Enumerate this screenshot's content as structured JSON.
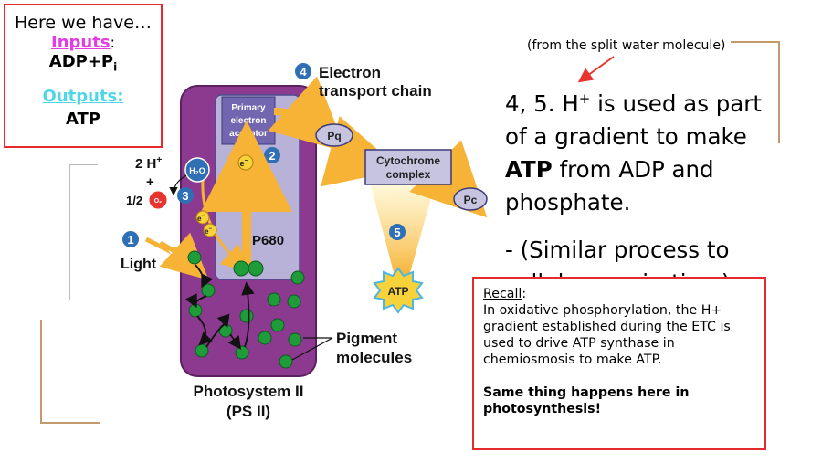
{
  "summary_box": {
    "intro": "Here we have…",
    "inputs_label": "Inputs",
    "inputs_value_main": "ADP+P",
    "inputs_value_sub": "i",
    "outputs_label": "Outputs:",
    "outputs_value": "ATP"
  },
  "water_note": "(from the split water molecule)",
  "main_text": {
    "line1_prefix": "4, 5. H",
    "line1_sup": "+",
    "line1_suffix": " is used as part of a gradient to make ",
    "atp_bold": "ATP",
    "line1_end": " from ADP and phosphate.",
    "line2": "- (Similar process to cellular respiration.)"
  },
  "recall_box": {
    "heading": "Recall",
    "body": "In oxidative phosphorylation, the H+ gradient established during the ETC is used to drive ATP synthase in chemiosmosis to make ATP.",
    "bold_line": "Same thing happens here in photosynthesis!"
  },
  "diagram": {
    "step4_num": "4",
    "etc_title_line1": "Electron",
    "etc_title_line2": "transport chain",
    "primary_acceptor_line1": "Primary",
    "primary_acceptor_line2": "electron",
    "primary_acceptor_line3": "acceptor",
    "pq_label": "Pq",
    "cytochrome_line1": "Cytochrome",
    "cytochrome_line2": "complex",
    "pc_label": "Pc",
    "step5_num": "5",
    "atp_label": "ATP",
    "step2_num": "2",
    "step3_num": "3",
    "step1_num": "1",
    "electron_symbol": "e",
    "electron_sup": "−",
    "h2o_label": "H₂O",
    "h_plus_label": "2 H",
    "h_plus_sup": "+",
    "plus_sign": "+",
    "half_label": "1/2",
    "o2_label": "O₂",
    "p680_label": "P680",
    "light_label": "Light",
    "pigment_line1": "Pigment",
    "pigment_line2": "molecules",
    "ps2_line1": "Photosystem II",
    "ps2_line2": "(PS II)",
    "colors": {
      "photosystem_fill": "#8b3a8f",
      "acceptor_fill": "#7266b0",
      "pigment_green": "#1f9b3a",
      "arrow_gold": "#f6b336",
      "step_blue": "#2f6fb3",
      "o2_red": "#e8342e",
      "border_red": "#e52b2b",
      "inputs_magenta": "#e23ce2",
      "outputs_cyan": "#4fd6e8",
      "bracket_tan": "#c49a6c"
    }
  }
}
